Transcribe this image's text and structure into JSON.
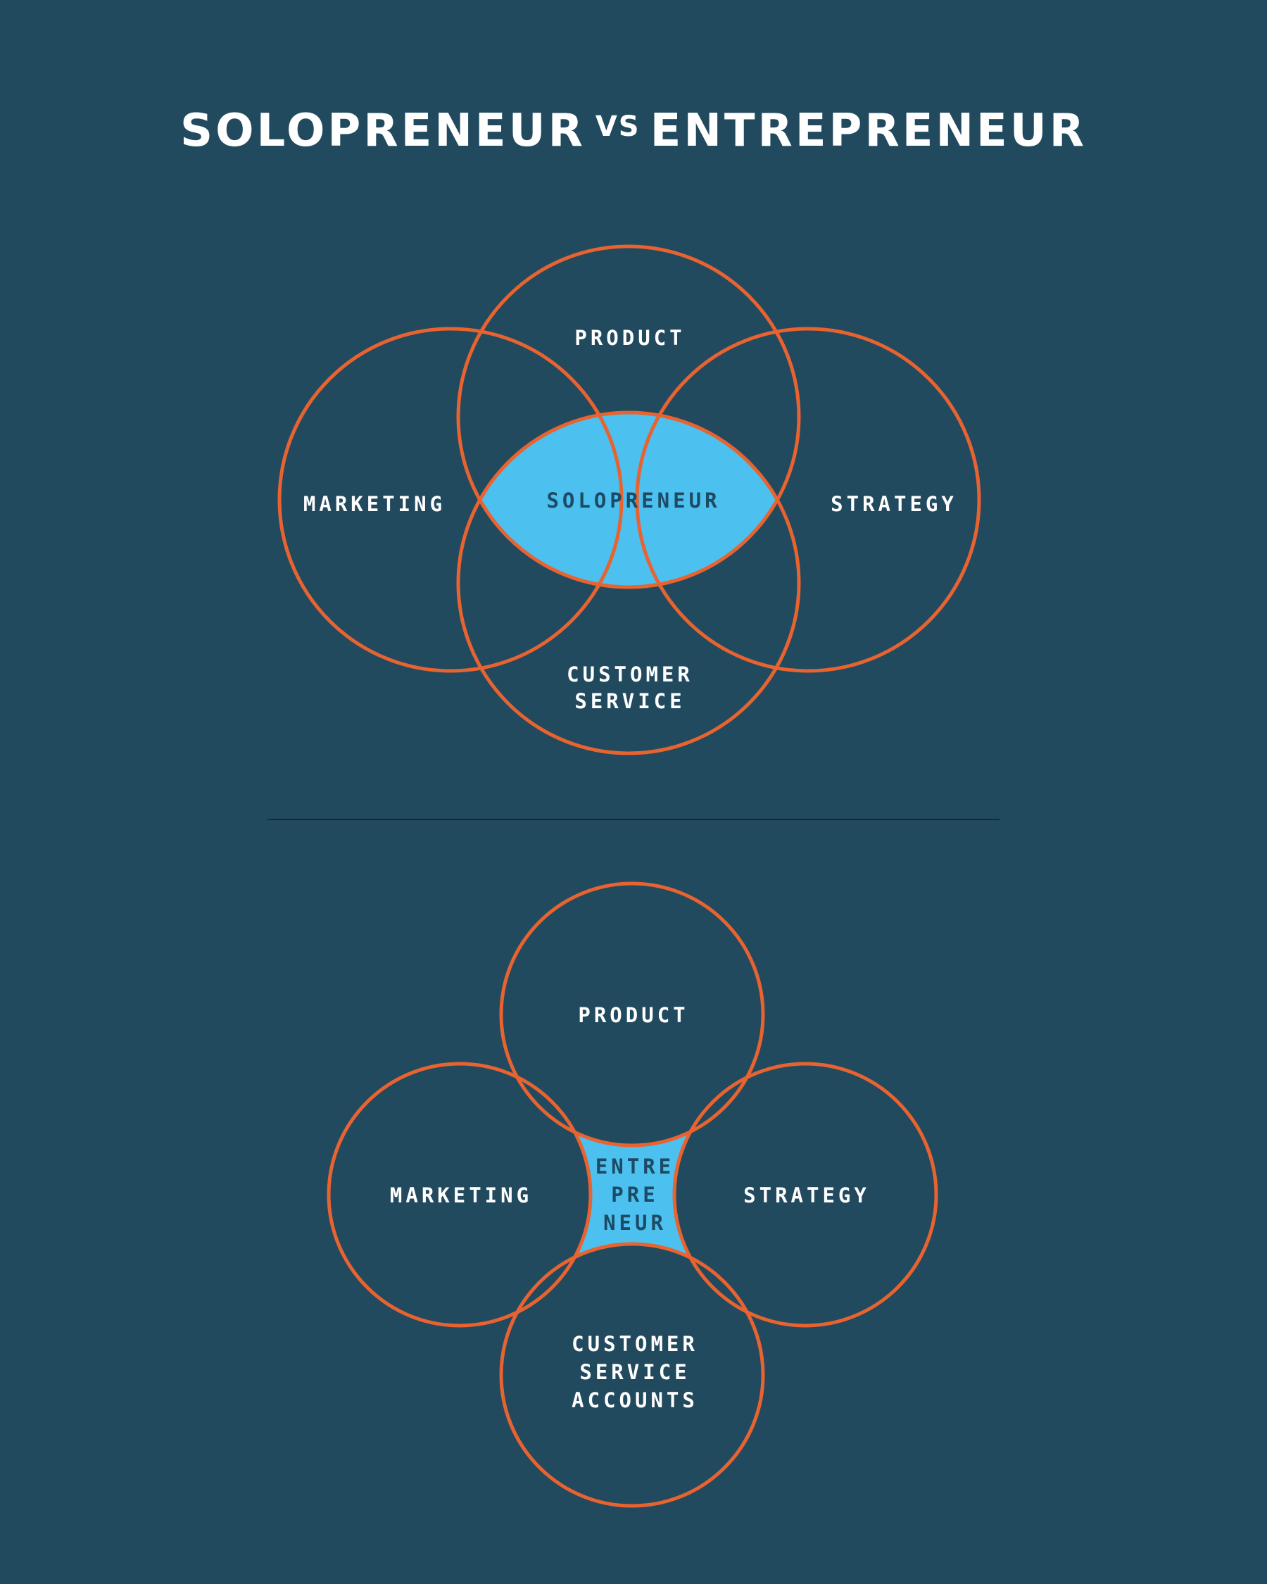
{
  "title": {
    "left": "SOLOPRENEUR",
    "vs": "VS",
    "right": "ENTREPRENEUR"
  },
  "colors": {
    "background": "#214a5f",
    "circle_stroke": "#e8632f",
    "overlap_fill": "#4cc0ee",
    "label_light": "#ffffff",
    "label_dark": "#1d4a64",
    "divider": "#142a36"
  },
  "solopreneur_diagram": {
    "top_label": "PRODUCT",
    "left_label": "MARKETING",
    "right_label": "STRATEGY",
    "bottom_label_line1": "CUSTOMER",
    "bottom_label_line2": "SERVICE",
    "center_label": "SOLOPRENEUR"
  },
  "entrepreneur_diagram": {
    "top_label": "PRODUCT",
    "left_label": "MARKETING",
    "right_label": "STRATEGY",
    "bottom_label_line1": "CUSTOMER",
    "bottom_label_line2": "SERVICE",
    "bottom_label_line3": "ACCOUNTS",
    "center_label_line1": "ENTRE",
    "center_label_line2": "PRE",
    "center_label_line3": "NEUR"
  }
}
